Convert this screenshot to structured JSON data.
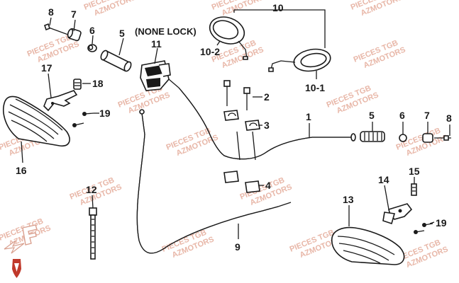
{
  "watermark": {
    "line1": "PIECES TGB",
    "line2": "AZMOTORS"
  },
  "note": "(NONE LOCK)",
  "callouts": {
    "c8a": "8",
    "c7a": "7",
    "c6a": "6",
    "c5a": "5",
    "c11": "11",
    "c10": "10",
    "c10_2": "10-2",
    "c10_1": "10-1",
    "c17": "17",
    "c18": "18",
    "c19a": "19",
    "c16": "16",
    "c2": "2",
    "c3": "3",
    "c1": "1",
    "c4": "4",
    "c5b": "5",
    "c6b": "6",
    "c7b": "7",
    "c8b": "8",
    "c12": "12",
    "c9": "9",
    "c13": "13",
    "c14": "14",
    "c15": "15",
    "c19b": "19"
  },
  "colors": {
    "line": "#1a1a1a",
    "watermark": "#e8b7a8",
    "logo": "#c0392b"
  }
}
